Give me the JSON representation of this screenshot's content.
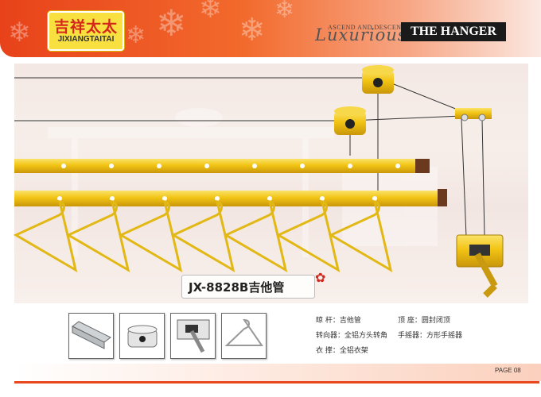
{
  "brand": {
    "logo_cn": "吉祥太太",
    "logo_en": "JIXIANGTAITAI"
  },
  "tagline": {
    "small": "ASCEND AND DESCEND",
    "script": "Luxurious",
    "title": "THE HANGER"
  },
  "product": {
    "model": "JX-8828B吉他管"
  },
  "specs": [
    {
      "label": "晾  杆：",
      "value": "吉他管"
    },
    {
      "label": "顶  座：",
      "value": "圆封闭顶"
    },
    {
      "label": "转向器：",
      "value": "全铝方头转角"
    },
    {
      "label": "手摇器：",
      "value": "方形手摇器"
    },
    {
      "label": "衣  撑：",
      "value": "全铝衣架"
    }
  ],
  "thumbnails": [
    {
      "name": "guitar-tube-rail"
    },
    {
      "name": "round-top-mount"
    },
    {
      "name": "square-hand-crank"
    },
    {
      "name": "aluminum-hanger"
    }
  ],
  "footer": {
    "page": "PAGE  08"
  },
  "colors": {
    "header_orange": "#e8421a",
    "rail_gold": "#f2c414",
    "accent_red": "#d4261b"
  }
}
